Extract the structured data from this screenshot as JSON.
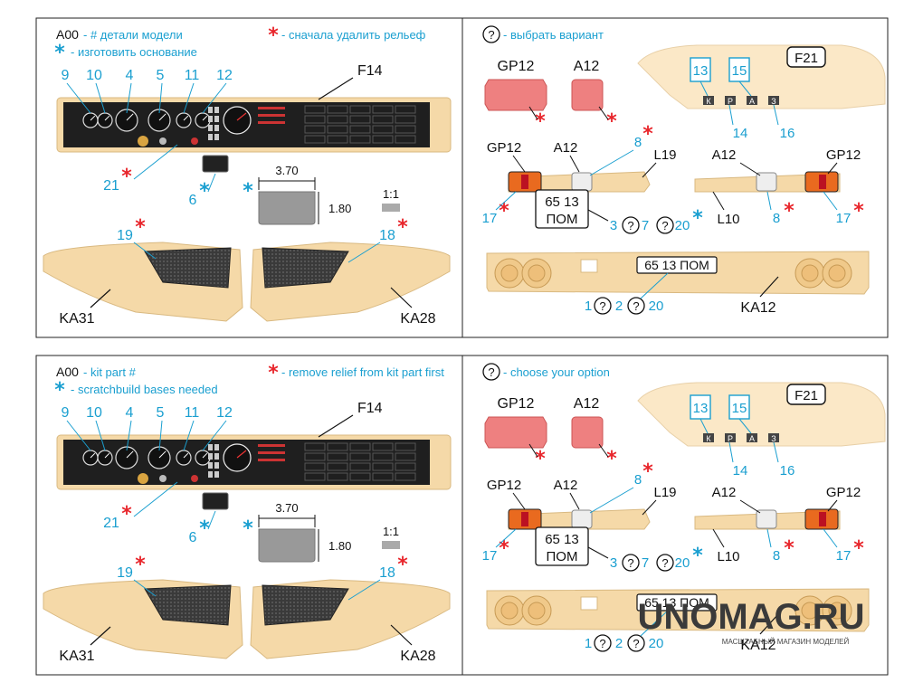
{
  "colors": {
    "blue": "#1a9fd0",
    "red": "#e8262c",
    "part": "#f5d9a8",
    "partEdge": "#d9b981",
    "decal": "#ee8080",
    "dark": "#2a2a2a"
  },
  "panels": [
    {
      "legend": {
        "kit_code": "A00",
        "kit_text": " - # детали модели",
        "scratch_text": " - изготовить основание",
        "relief_text": " - сначала удалить рельеф",
        "star": "*"
      },
      "option": {
        "q": "?",
        "text": " - выбрать вариант"
      },
      "dash": {
        "part": "F14",
        "callouts": [
          "9",
          "10",
          "4",
          "5",
          "11",
          "12"
        ],
        "knob": "21",
        "clip": "6"
      },
      "base": {
        "w": "3.70",
        "h": "1.80",
        "scale": "1:1"
      },
      "vents": {
        "left_part": "KA31",
        "left_num": "19",
        "right_part": "KA28",
        "right_num": "18"
      },
      "decals": {
        "gp": "GP12",
        "a": "A12"
      },
      "cab": {
        "part": "F21",
        "n13": "13",
        "n15": "15",
        "n14": "14",
        "n16": "16",
        "letters": [
          "К",
          "Р",
          "А",
          "З"
        ]
      },
      "lamps": {
        "gp": "GP12",
        "a": "A12",
        "n8": "8",
        "n17": "17",
        "left_part": "L19",
        "right_part": "L10",
        "n3": "3",
        "n7": "7",
        "n20": "20"
      },
      "plate": {
        "line1": "65 13",
        "line2": "ПОМ"
      },
      "bumper": {
        "part": "KA12",
        "plate": "65 13 ПОМ",
        "n1": "1",
        "n2": "2",
        "n20": "20"
      }
    },
    {
      "legend": {
        "kit_code": "A00",
        "kit_text": " - kit part #",
        "scratch_text": " - scratchbuild bases needed",
        "relief_text": " - remove relief from kit part first",
        "star": "*"
      },
      "option": {
        "q": "?",
        "text": " - choose your option"
      },
      "dash": {
        "part": "F14",
        "callouts": [
          "9",
          "10",
          "4",
          "5",
          "11",
          "12"
        ],
        "knob": "21",
        "clip": "6"
      },
      "base": {
        "w": "3.70",
        "h": "1.80",
        "scale": "1:1"
      },
      "vents": {
        "left_part": "KA31",
        "left_num": "19",
        "right_part": "KA28",
        "right_num": "18"
      },
      "decals": {
        "gp": "GP12",
        "a": "A12"
      },
      "cab": {
        "part": "F21",
        "n13": "13",
        "n15": "15",
        "n14": "14",
        "n16": "16",
        "letters": [
          "К",
          "Р",
          "А",
          "З"
        ]
      },
      "lamps": {
        "gp": "GP12",
        "a": "A12",
        "n8": "8",
        "n17": "17",
        "left_part": "L19",
        "right_part": "L10",
        "n3": "3",
        "n7": "7",
        "n20": "20"
      },
      "plate": {
        "line1": "65 13",
        "line2": "ПОМ"
      },
      "bumper": {
        "part": "KA12",
        "plate": "65 13 ПОМ",
        "n1": "1",
        "n2": "2",
        "n20": "20"
      }
    }
  ],
  "watermark": {
    "brand": "UNOMAG.RU",
    "tagline": "МАСШТАБНЫЙ МАГАЗИН МОДЕЛЕЙ"
  }
}
